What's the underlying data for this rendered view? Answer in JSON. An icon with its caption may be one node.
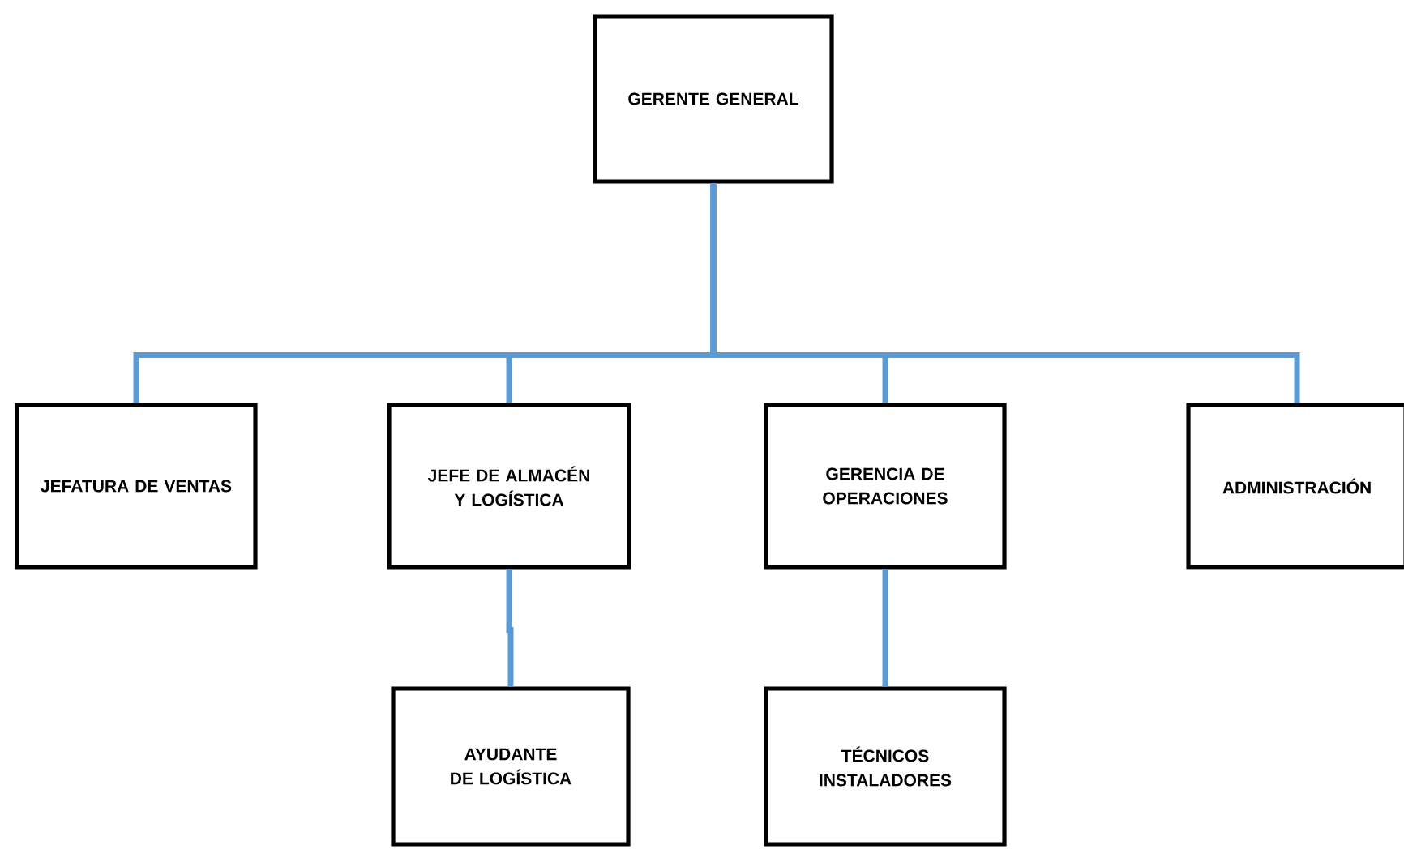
{
  "diagram": {
    "nodes": [
      {
        "text": [
          "GERENTE GENERAL"
        ]
      },
      {
        "text": [
          "JEFATURA DE VENTAS"
        ]
      },
      {
        "text": [
          "JEFE DE ALMACÉN Y LOGÍSTICA"
        ]
      },
      {
        "text": [
          "GERENCIA DE OPERACIONES"
        ]
      },
      {
        "text": [
          "ADMINISTRACIÓN"
        ]
      },
      {
        "text": [
          "AYUDANTE DE LOGÍSTICA"
        ]
      },
      {
        "text": [
          "TÉCNICOS INSTALADORES"
        ]
      }
    ],
    "edges": [
      {
        "from": 0,
        "to": 1,
        "arrow": "none"
      },
      {
        "from": 0,
        "to": 2,
        "arrow": "none"
      },
      {
        "from": 0,
        "to": 3,
        "arrow": "none"
      },
      {
        "from": 0,
        "to": 4,
        "arrow": "none"
      },
      {
        "from": 2,
        "to": 5,
        "arrow": "none"
      },
      {
        "from": 3,
        "to": 6,
        "arrow": "none"
      }
    ]
  }
}
